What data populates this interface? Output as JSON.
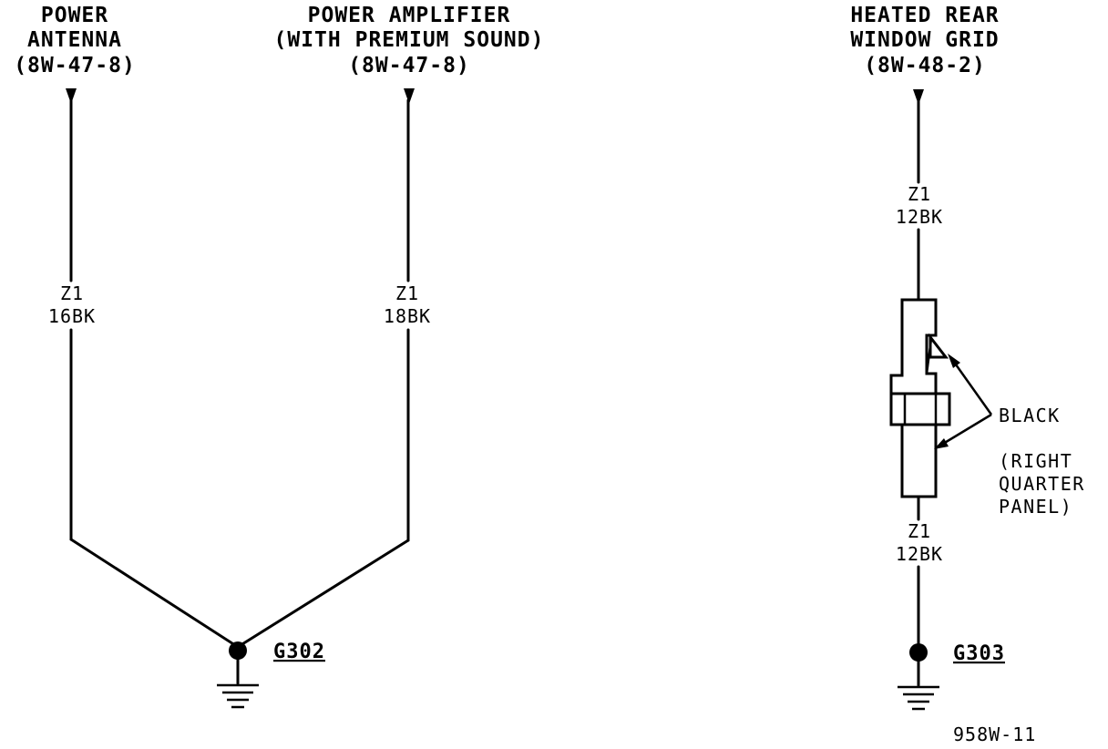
{
  "circuits": {
    "power_antenna": {
      "title_lines": [
        "POWER",
        "ANTENNA",
        "(8W-47-8)"
      ],
      "wire_code": "Z1",
      "wire_spec": "16BK"
    },
    "power_amplifier": {
      "title_lines": [
        "POWER AMPLIFIER",
        "(WITH PREMIUM SOUND)",
        "(8W-47-8)"
      ],
      "wire_code": "Z1",
      "wire_spec": "18BK"
    },
    "heated_rear_window_grid": {
      "title_lines": [
        "HEATED REAR",
        "WINDOW GRID",
        "(8W-48-2)"
      ],
      "wire_code_upper": "Z1",
      "wire_spec_upper": "12BK",
      "wire_code_lower": "Z1",
      "wire_spec_lower": "12BK"
    }
  },
  "connector": {
    "color_label": "BLACK",
    "location_lines": [
      "(RIGHT",
      "QUARTER",
      "PANEL)"
    ]
  },
  "grounds": {
    "left": "G302",
    "right": "G303"
  },
  "figure_id": "958W-11"
}
